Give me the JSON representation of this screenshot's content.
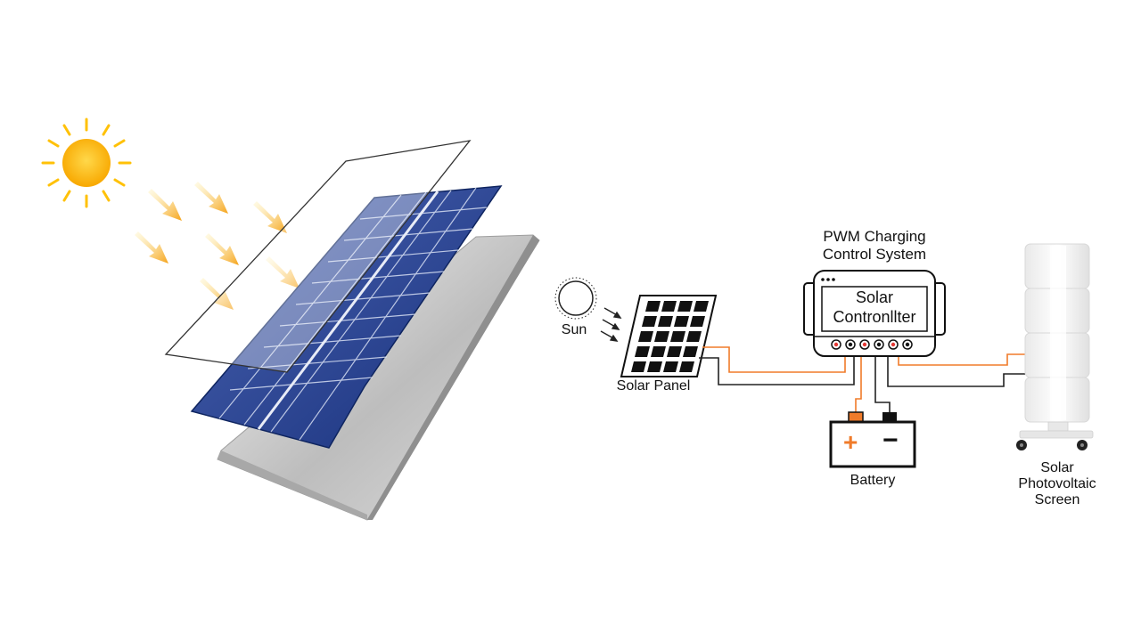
{
  "labels": {
    "sun": "Sun",
    "solar_panel": "Solar Panel",
    "controller_heading_1": "PWM Charging",
    "controller_heading_2": "Control System",
    "controller_body_1": "Solar",
    "controller_body_2": "Contronllter",
    "battery": "Battery",
    "screen_1": "Solar",
    "screen_2": "Photovoltaic",
    "screen_3": "Screen",
    "battery_plus": "+",
    "battery_minus": "−"
  },
  "colors": {
    "sun": "#ffc107",
    "arrow": "#f6b21b",
    "panel_blue": "#1e3d8f",
    "wire_orange": "#f07b2a",
    "wire_black": "#222222",
    "terminal_red": "#e53935"
  },
  "icons": [
    "sun-icon",
    "arrow-icon",
    "solar-panel-icon",
    "battery-icon",
    "controller-icon",
    "screen-icon",
    "wheel-icon"
  ]
}
